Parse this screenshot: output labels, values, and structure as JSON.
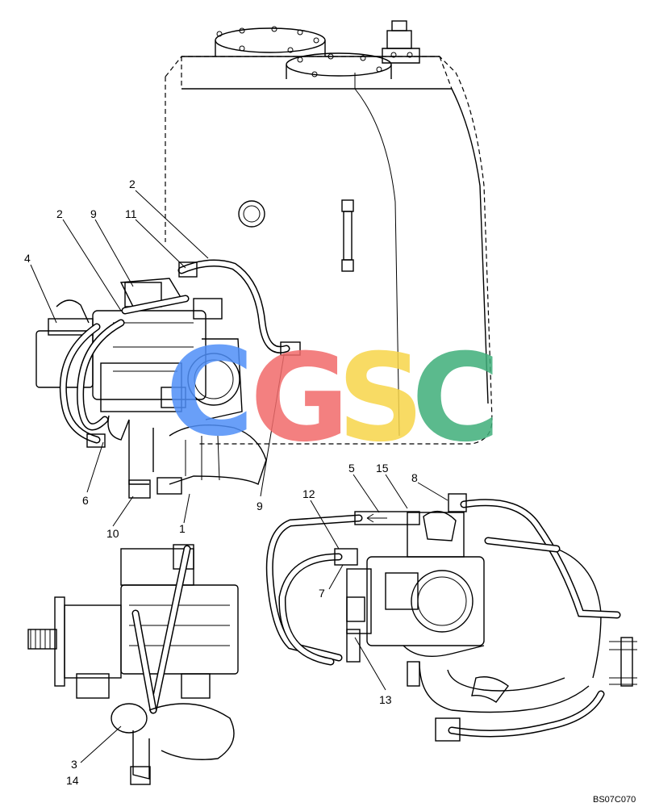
{
  "callouts": [
    {
      "id": "c-2-top",
      "label": "2"
    },
    {
      "id": "c-2-left",
      "label": "2"
    },
    {
      "id": "c-9-top",
      "label": "9"
    },
    {
      "id": "c-11",
      "label": "11"
    },
    {
      "id": "c-4",
      "label": "4"
    },
    {
      "id": "c-6",
      "label": "6"
    },
    {
      "id": "c-10",
      "label": "10"
    },
    {
      "id": "c-1",
      "label": "1"
    },
    {
      "id": "c-9-mid",
      "label": "9"
    },
    {
      "id": "c-5",
      "label": "5"
    },
    {
      "id": "c-15",
      "label": "15"
    },
    {
      "id": "c-8",
      "label": "8"
    },
    {
      "id": "c-12",
      "label": "12"
    },
    {
      "id": "c-7",
      "label": "7"
    },
    {
      "id": "c-13",
      "label": "13"
    },
    {
      "id": "c-3",
      "label": "3"
    },
    {
      "id": "c-14",
      "label": "14"
    }
  ],
  "drawing_ref": "BS07C070",
  "watermark": {
    "letters": [
      "C",
      "G",
      "S",
      "C"
    ],
    "colors": [
      "#4f8ff7",
      "#f26b6b",
      "#f7d54a",
      "#3fae7a"
    ]
  }
}
